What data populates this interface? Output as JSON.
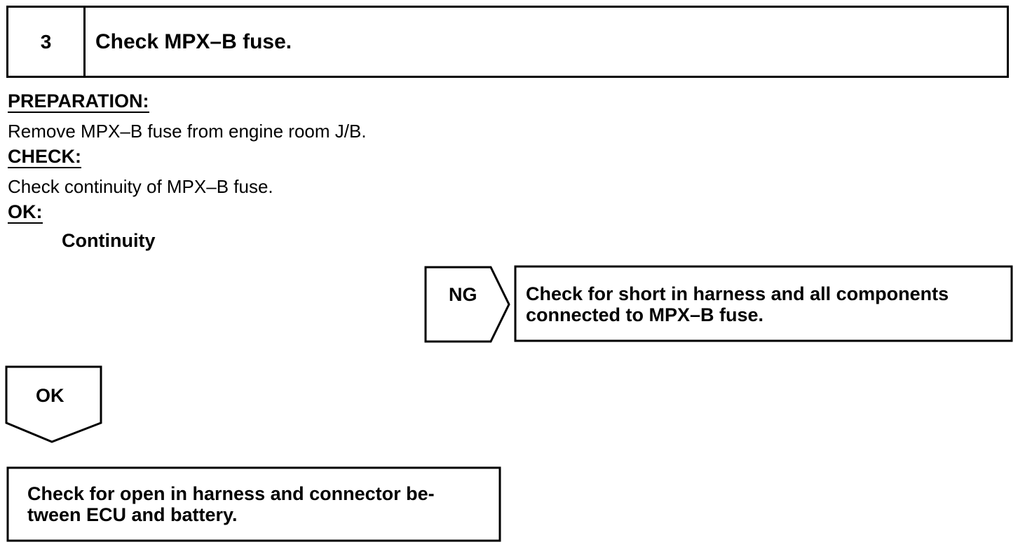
{
  "step": {
    "number": "3",
    "title": "Check MPX–B fuse."
  },
  "preparation": {
    "heading": "PREPARATION:",
    "text": "Remove MPX–B fuse from engine room J/B."
  },
  "check": {
    "heading": "CHECK:",
    "text": "Check continuity of MPX–B fuse."
  },
  "ok_spec": {
    "heading": "OK:",
    "value": "Continuity"
  },
  "ng_branch": {
    "label": "NG",
    "result_line1": "Check for short in harness and all components",
    "result_line2": "connected to MPX–B fuse."
  },
  "ok_branch": {
    "label": "OK",
    "result_line1": "Check for open in harness and connector be-",
    "result_line2": "tween ECU and battery."
  }
}
